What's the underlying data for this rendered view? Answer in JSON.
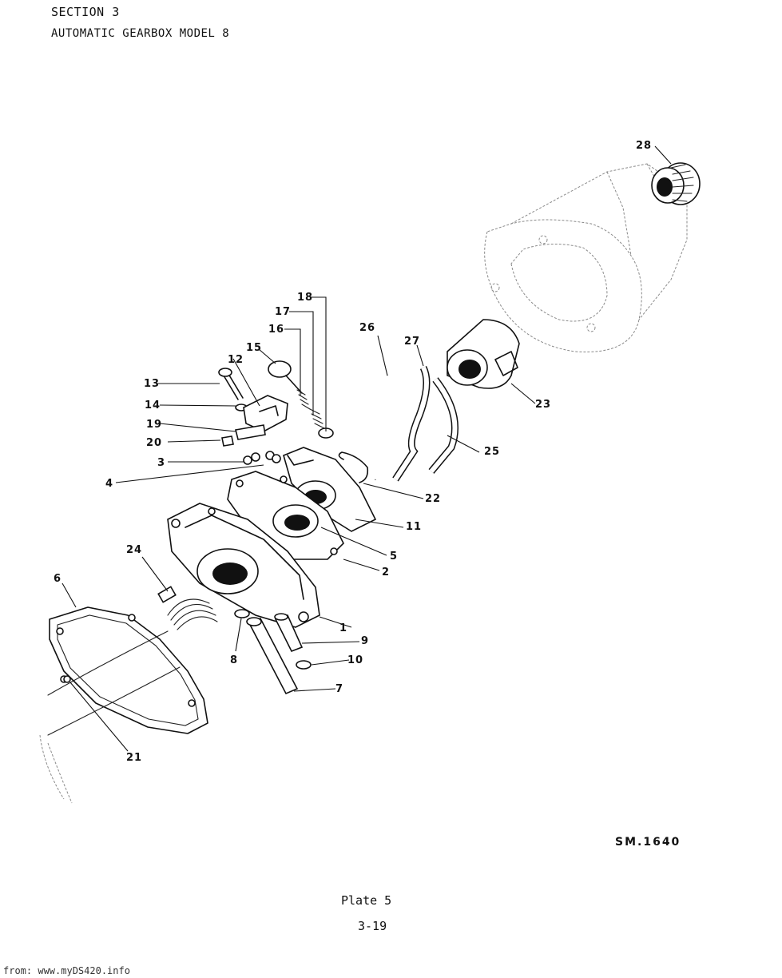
{
  "header": {
    "section": "SECTION 3",
    "title": "AUTOMATIC GEARBOX MODEL 8"
  },
  "diagram": {
    "callouts": [
      "1",
      "2",
      "3",
      "4",
      "5",
      "6",
      "7",
      "8",
      "9",
      "10",
      "11",
      "12",
      "13",
      "14",
      "15",
      "16",
      "17",
      "18",
      "19",
      "20",
      "21",
      "22",
      "23",
      "24",
      "25",
      "26",
      "27",
      "28"
    ],
    "drawing_code": "SM.1640"
  },
  "footer": {
    "plate": "Plate 5",
    "page": "3-19",
    "source": "from: www.myDS420.info"
  }
}
